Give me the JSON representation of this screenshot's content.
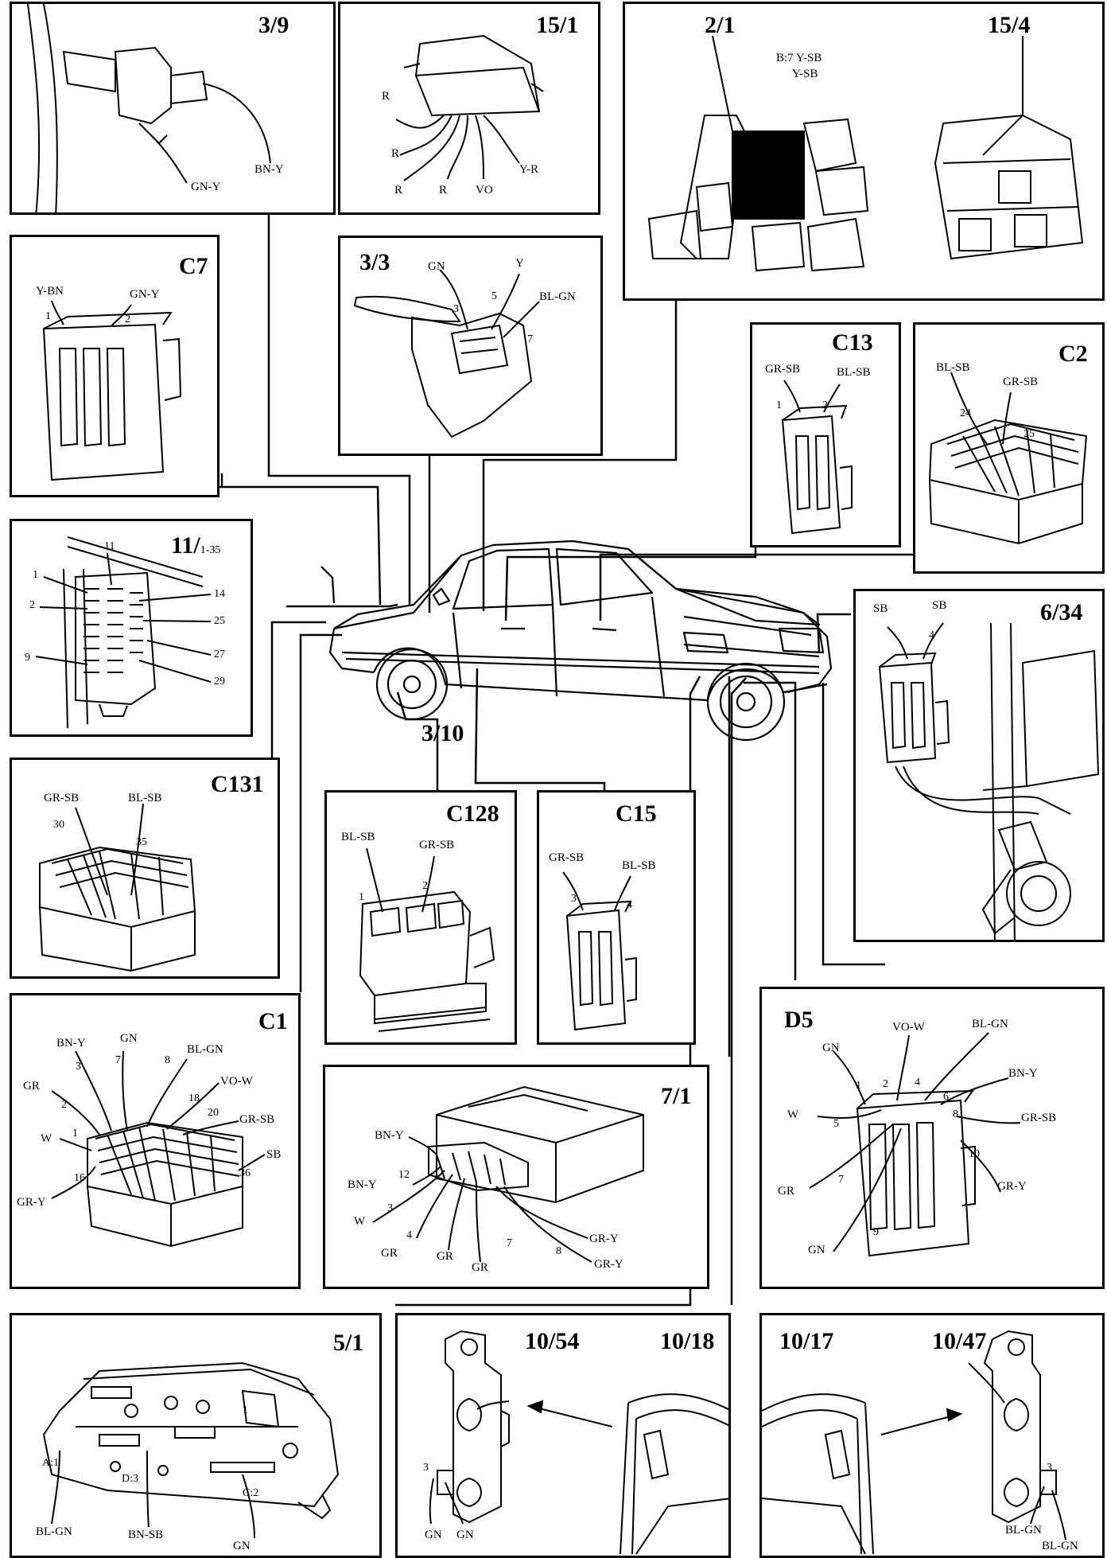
{
  "diagram": {
    "center_label": "3/10",
    "panels": {
      "p39": {
        "title": "3/9",
        "wires": [
          "BN-Y",
          "GN-Y"
        ]
      },
      "p151": {
        "title": "15/1",
        "wires": [
          "R",
          "R",
          "R",
          "R",
          "VO",
          "Y-R"
        ]
      },
      "p21": {
        "title": "2/1",
        "title2": "15/4",
        "note1": "B:7 Y-SB",
        "note2": "Y-SB"
      },
      "pc7": {
        "title": "C7",
        "wires": [
          "Y-BN",
          "GN-Y"
        ],
        "pins": [
          "1",
          "2"
        ]
      },
      "p33": {
        "title": "3/3",
        "wires": [
          "GN",
          "Y",
          "BL-GN"
        ],
        "pins": [
          "3",
          "5",
          "7"
        ]
      },
      "pc13": {
        "title": "C13",
        "wires": [
          "GR-SB",
          "BL-SB"
        ],
        "pins": [
          "1",
          "2"
        ]
      },
      "pc2": {
        "title": "C2",
        "wires": [
          "BL-SB",
          "GR-SB"
        ],
        "pins": [
          "24",
          "25"
        ]
      },
      "p11": {
        "title": "11/",
        "subtitle": "1-35",
        "pins": [
          "1",
          "11",
          "2",
          "14",
          "25",
          "27",
          "9",
          "29"
        ]
      },
      "p634": {
        "title": "6/34",
        "wires": [
          "SB",
          "SB"
        ],
        "pins": [
          "4"
        ]
      },
      "pc131": {
        "title": "C131",
        "wires": [
          "GR-SB",
          "BL-SB"
        ],
        "pins": [
          "30",
          "35"
        ]
      },
      "pc128": {
        "title": "C128",
        "wires": [
          "BL-SB",
          "GR-SB"
        ],
        "pins": [
          "1",
          "2"
        ]
      },
      "pc15": {
        "title": "C15",
        "wires": [
          "GR-SB",
          "BL-SB"
        ],
        "pins": [
          "3",
          "4"
        ]
      },
      "pc1": {
        "title": "C1",
        "wires": [
          "BN-Y",
          "GN",
          "BL-GN",
          "GR",
          "VO-W",
          "GR-SB",
          "W",
          "SB",
          "GR-Y"
        ],
        "pins": [
          "3",
          "7",
          "8",
          "2",
          "18",
          "20",
          "1",
          "16",
          "36"
        ]
      },
      "p71": {
        "title": "7/1",
        "wires": [
          "BN-Y",
          "BN-Y",
          "W",
          "GR",
          "GR",
          "GR",
          "GR-Y",
          "GR-Y"
        ],
        "pins": [
          "12",
          "3",
          "4",
          "7",
          "8"
        ]
      },
      "pd5": {
        "title": "D5",
        "wires": [
          "VO-W",
          "BL-GN",
          "GN",
          "BN-Y",
          "W",
          "GR-SB",
          "GR",
          "GR-Y",
          "GN"
        ],
        "pins": [
          "1",
          "2",
          "4",
          "6",
          "5",
          "8",
          "10",
          "7",
          "9"
        ]
      },
      "p51": {
        "title": "5/1",
        "wires": [
          "BL-GN",
          "BN-SB",
          "GN"
        ],
        "pins": [
          "A:1",
          "D:3",
          "C:2",
          "1"
        ]
      },
      "p1054": {
        "title": "10/54",
        "title2": "10/18",
        "wires": [
          "GN",
          "GN"
        ],
        "pins": [
          "3"
        ]
      },
      "p1047": {
        "title": "10/17",
        "title2": "10/47",
        "wires": [
          "BL-GN",
          "BL-GN"
        ],
        "pins": [
          "3"
        ]
      }
    }
  }
}
